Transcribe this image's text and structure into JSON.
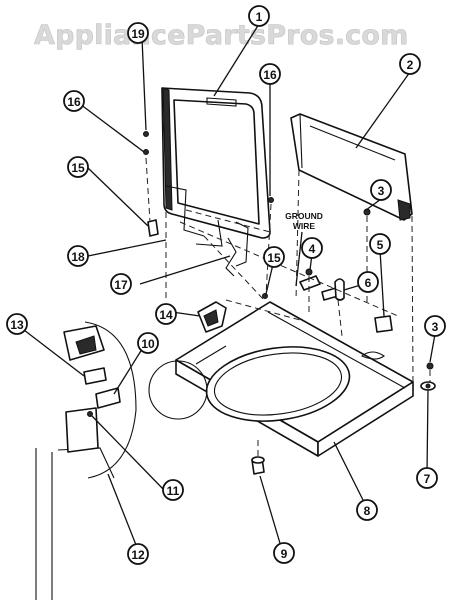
{
  "watermark": "AppliancePartsPros.com",
  "annotation": {
    "line1": "GROUND",
    "line2": "WIRE"
  },
  "callouts": [
    {
      "id": "c1",
      "label": "1"
    },
    {
      "id": "c2",
      "label": "2"
    },
    {
      "id": "c3a",
      "label": "3"
    },
    {
      "id": "c3b",
      "label": "3"
    },
    {
      "id": "c4",
      "label": "4"
    },
    {
      "id": "c5",
      "label": "5"
    },
    {
      "id": "c6",
      "label": "6"
    },
    {
      "id": "c7",
      "label": "7"
    },
    {
      "id": "c8",
      "label": "8"
    },
    {
      "id": "c9",
      "label": "9"
    },
    {
      "id": "c10",
      "label": "10"
    },
    {
      "id": "c11",
      "label": "11"
    },
    {
      "id": "c12",
      "label": "12"
    },
    {
      "id": "c13",
      "label": "13"
    },
    {
      "id": "c14",
      "label": "14"
    },
    {
      "id": "c15a",
      "label": "15"
    },
    {
      "id": "c15b",
      "label": "15"
    },
    {
      "id": "c16a",
      "label": "16"
    },
    {
      "id": "c16b",
      "label": "16"
    },
    {
      "id": "c17",
      "label": "17"
    },
    {
      "id": "c18",
      "label": "18"
    },
    {
      "id": "c19",
      "label": "19"
    }
  ]
}
